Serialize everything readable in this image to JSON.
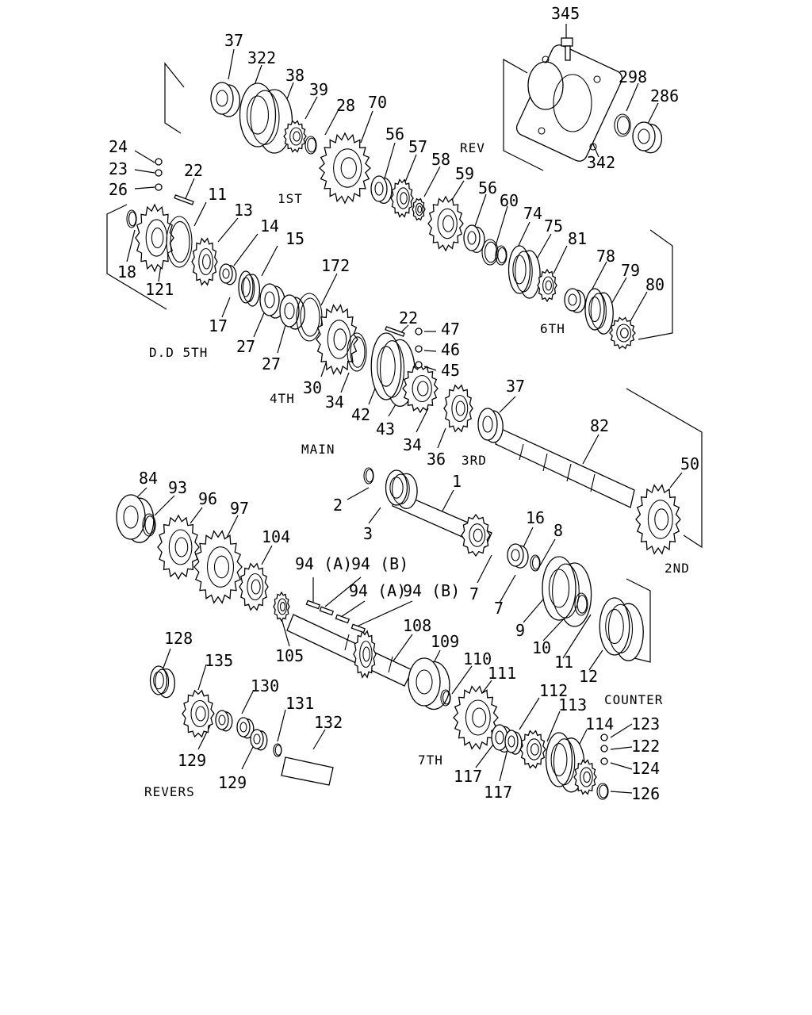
{
  "colors": {
    "ink": "#000000",
    "paper": "#ffffff"
  },
  "sections": {
    "rev": "REV",
    "first": "1ST",
    "dd5th": "D.D 5TH",
    "sixth": "6TH",
    "fourth": "4TH",
    "main": "MAIN",
    "third": "3RD",
    "second": "2ND",
    "counter": "COUNTER",
    "seventh": "7TH",
    "revers": "REVERS"
  },
  "labels": {
    "p345": "345",
    "p37a": "37",
    "p322": "322",
    "p38": "38",
    "p39": "39",
    "p28": "28",
    "p70": "70",
    "p298": "298",
    "p286": "286",
    "p342": "342",
    "p24": "24",
    "p23": "23",
    "p26": "26",
    "p22a": "22",
    "p11a": "11",
    "p13": "13",
    "p14": "14",
    "p15": "15",
    "p18": "18",
    "p121": "121",
    "p56a": "56",
    "p57": "57",
    "p58": "58",
    "p59": "59",
    "p56b": "56",
    "p60": "60",
    "p74": "74",
    "p75": "75",
    "p81": "81",
    "p78": "78",
    "p79": "79",
    "p80": "80",
    "p172": "172",
    "p17": "17",
    "p27a": "27",
    "p27b": "27",
    "p22b": "22",
    "p47": "47",
    "p46": "46",
    "p45": "45",
    "p30": "30",
    "p34a": "34",
    "p42": "42",
    "p43": "43",
    "p34b": "34",
    "p36": "36",
    "p37b": "37",
    "p82": "82",
    "p50": "50",
    "p84": "84",
    "p93": "93",
    "p96": "96",
    "p97": "97",
    "p104": "104",
    "p1": "1",
    "p2": "2",
    "p3": "3",
    "p16": "16",
    "p8": "8",
    "p94a1": "94 (A)",
    "p94b1": "94 (B)",
    "p94a2": "94 (A)",
    "p94b2": "94 (B)",
    "p7a": "7",
    "p7b": "7",
    "p9": "9",
    "p10": "10",
    "p11b": "11",
    "p12": "12",
    "p105": "105",
    "p108": "108",
    "p109": "109",
    "p110": "110",
    "p111": "111",
    "p128": "128",
    "p135": "135",
    "p130": "130",
    "p112": "112",
    "p113": "113",
    "p114": "114",
    "p123": "123",
    "p122": "122",
    "p124": "124",
    "p126": "126",
    "p131": "131",
    "p132": "132",
    "p129a": "129",
    "p129b": "129",
    "p117a": "117",
    "p117b": "117"
  }
}
